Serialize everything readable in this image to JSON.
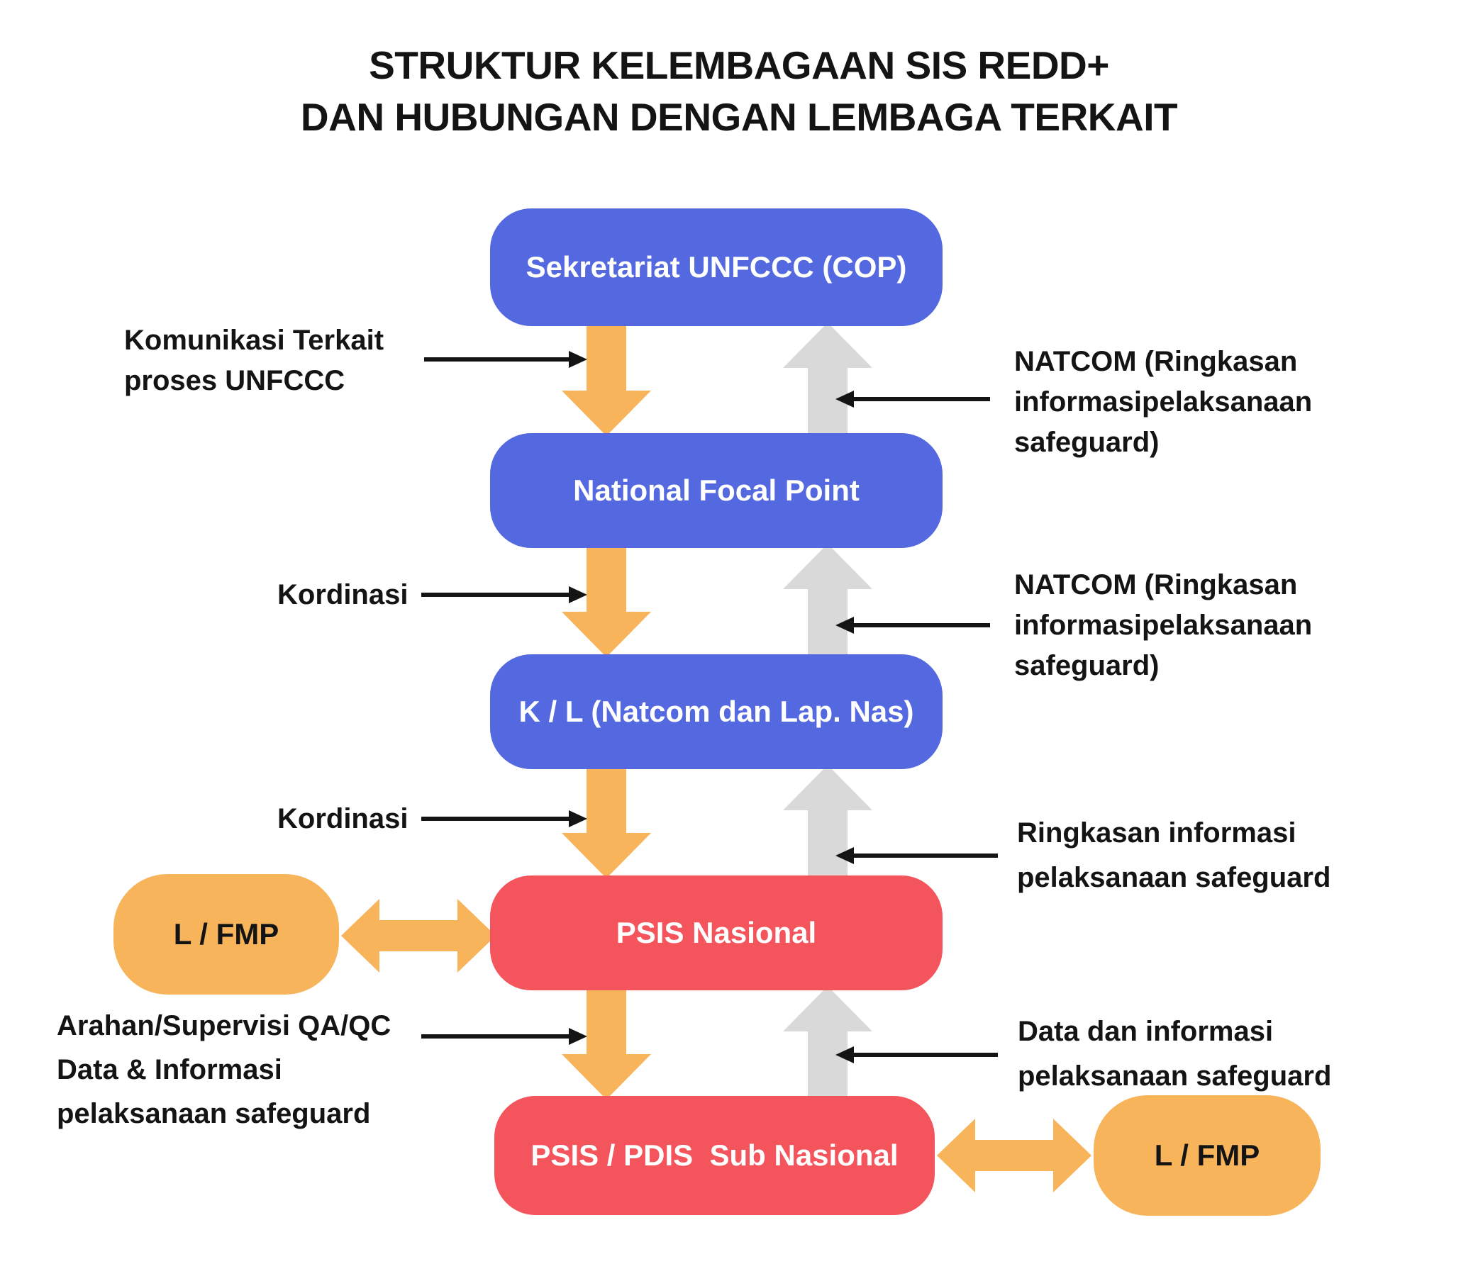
{
  "title": {
    "line1": "STRUKTUR KELEMBAGAAN SIS REDD+",
    "line2": "DAN HUBUNGAN DENGAN LEMBAGA TERKAIT"
  },
  "colors": {
    "blue": "#5468E0",
    "red": "#F4545C",
    "orange": "#F7B45A",
    "gray": "#D9D9D9",
    "ink": "#141414",
    "white": "#FFFFFF",
    "bg": "#FFFFFF"
  },
  "nodes": {
    "sekretariat": "Sekretariat UNFCCC (COP)",
    "national_focal_point": "National Focal Point",
    "k_l": "K / L (Natcom dan Lap. Nas)",
    "psis_nasional": "PSIS Nasional",
    "psis_pdis_sub": "PSIS / PDIS  Sub Nasional",
    "l_fmp_left": "L / FMP",
    "l_fmp_right": "L / FMP"
  },
  "annotations": {
    "komunikasi": "Komunikasi Terkait\nproses UNFCCC",
    "kordinasi_1": "Kordinasi",
    "kordinasi_2": "Kordinasi",
    "arahan": "Arahan/Supervisi QA/QC\nData & Informasi\npelaksanaan safeguard",
    "natcom_1": "NATCOM (Ringkasan\ninformasipelaksanaan\nsafeguard)",
    "natcom_2": "NATCOM (Ringkasan\ninformasipelaksanaan\nsafeguard)",
    "ringkasan": "Ringkasan informasi\npelaksanaan safeguard",
    "data_informasi": "Data dan informasi\npelaksanaan safeguard"
  }
}
